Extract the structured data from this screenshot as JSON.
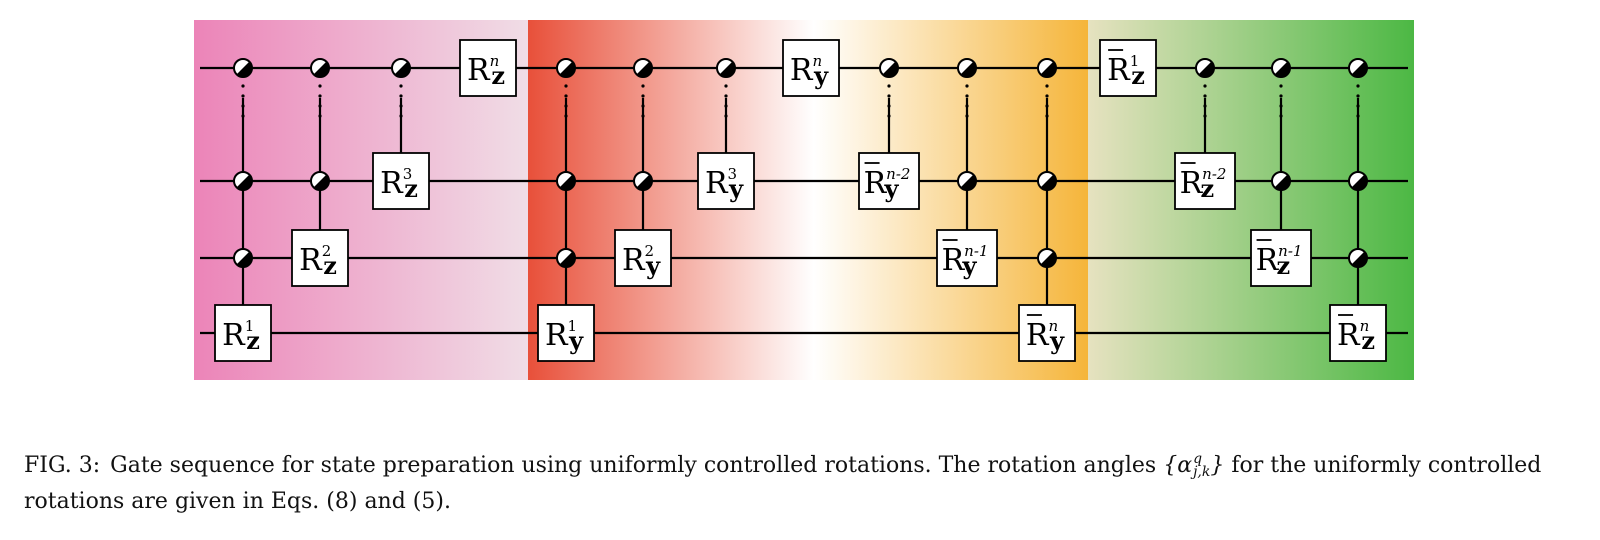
{
  "figure": {
    "gates": {
      "z1": {
        "base": "R",
        "axis": "z",
        "sup": "1",
        "bar": false
      },
      "z2": {
        "base": "R",
        "axis": "z",
        "sup": "2",
        "bar": false
      },
      "z3": {
        "base": "R",
        "axis": "z",
        "sup": "3",
        "bar": false
      },
      "zn": {
        "base": "R",
        "axis": "z",
        "sup": "n",
        "bar": false
      },
      "y1": {
        "base": "R",
        "axis": "y",
        "sup": "1",
        "bar": false
      },
      "y2": {
        "base": "R",
        "axis": "y",
        "sup": "2",
        "bar": false
      },
      "y3": {
        "base": "R",
        "axis": "y",
        "sup": "3",
        "bar": false
      },
      "yn": {
        "base": "R",
        "axis": "y",
        "sup": "n",
        "bar": false
      },
      "ybn2": {
        "base": "R",
        "axis": "y",
        "sup": "n-2",
        "bar": true
      },
      "ybn1": {
        "base": "R",
        "axis": "y",
        "sup": "n-1",
        "bar": true
      },
      "ybn": {
        "base": "R",
        "axis": "y",
        "sup": "n",
        "bar": true
      },
      "zb1": {
        "base": "R",
        "axis": "z",
        "sup": "1",
        "bar": true
      },
      "zbn2": {
        "base": "R",
        "axis": "z",
        "sup": "n-2",
        "bar": true
      },
      "zbn1": {
        "base": "R",
        "axis": "z",
        "sup": "n-1",
        "bar": true
      },
      "zbn": {
        "base": "R",
        "axis": "z",
        "sup": "n",
        "bar": true
      }
    },
    "colors": {
      "pink": "#ec84b8",
      "pink_light": "#f0dde6",
      "red": "#e8503a",
      "orange": "#f5b53a",
      "olive_light": "#e6e2c0",
      "green": "#4cb844",
      "line": "#000000"
    }
  },
  "caption": {
    "label": "FIG. 3:",
    "text_before": "Gate sequence for state preparation using uniformly controlled rotations. The rotation angles ",
    "math_base": "{α",
    "math_sup": "q",
    "math_sub": "j,k",
    "math_close": "}",
    "text_after": " for the uniformly controlled rotations are given in Eqs. (8) and (5)."
  }
}
